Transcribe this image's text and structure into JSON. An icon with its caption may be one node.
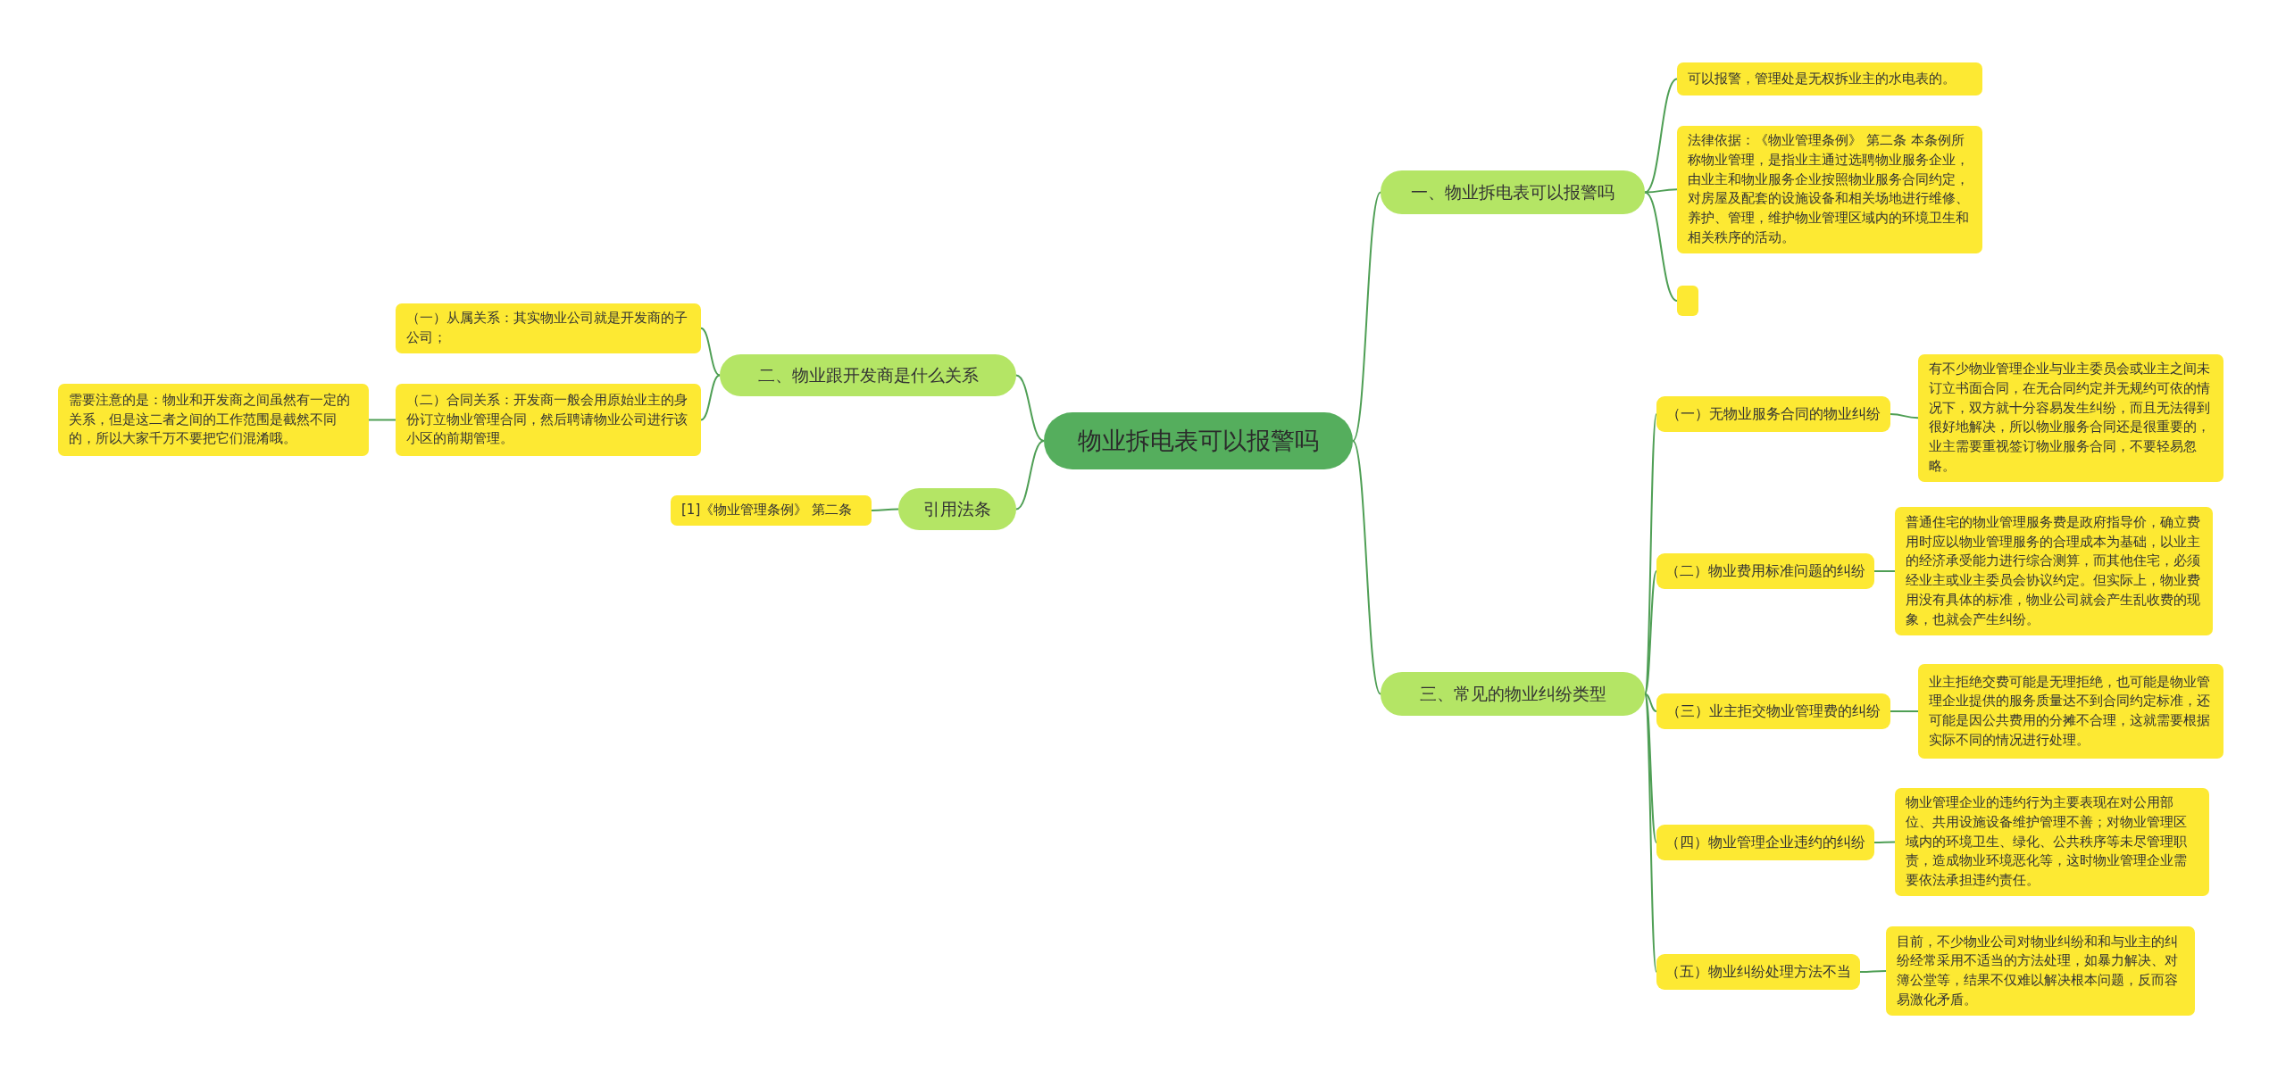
{
  "diagram": {
    "nodes": [
      {
        "text": [
          "物业拆电表可以报警吗"
        ]
      },
      {
        "text": [
          "一、物业拆电表可以报警吗"
        ]
      },
      {
        "text": [
          "可以报警，管理处是无权拆业主的水电表的。"
        ]
      },
      {
        "text": [
          "法律依据：《物业管理条例》 第二条 本条例所称物业管理，是指业主通过选聘物业服务企业，由业主和物业服务企业按照物业服务合同约定，对房屋及配套的设施设备和相关场地进行维修、养护、管理，维护物业管理区域内的环境卫生和相关秩序的活动。"
        ]
      },
      {
        "text": [],
        "shape": "box"
      },
      {
        "text": [
          "二、物业跟开发商是什么关系"
        ]
      },
      {
        "text": [
          "（一）从属关系：其实物业公司就是开发商的子公司；"
        ]
      },
      {
        "text": [
          "（二）合同关系：开发商一般会用原始业主的身份订立物业管理合同，然后聘请物业公司进行该小区的前期管理。"
        ]
      },
      {
        "text": [
          "需要注意的是：物业和开发商之间虽然有一定的关系，但是这二者之间的工作范围是截然不同的，所以大家千万不要把它们混淆哦。"
        ]
      },
      {
        "text": [
          "引用法条"
        ]
      },
      {
        "text": [
          "[1]《物业管理条例》 第二条"
        ]
      },
      {
        "text": [
          "三、常见的物业纠纷类型"
        ]
      },
      {
        "text": [
          "（一）无物业服务合同的物业纠纷"
        ]
      },
      {
        "text": [
          "有不少物业管理企业与业主委员会或业主之间未订立书面合同，在无合同约定并无规约可依的情况下，双方就十分容易发生纠纷，而且无法得到很好地解决，所以物业服务合同还是很重要的，业主需要重视签订物业服务合同，不要轻易忽略。"
        ]
      },
      {
        "text": [
          "（二）物业费用标准问题的纠纷"
        ]
      },
      {
        "text": [
          "普通住宅的物业管理服务费是政府指导价，确立费用时应以物业管理服务的合理成本为基础，以业主的经济承受能力进行综合测算，而其他住宅，必须经业主或业主委员会协议约定。但实际上，物业费用没有具体的标准，物业公司就会产生乱收费的现象，也就会产生纠纷。"
        ]
      },
      {
        "text": [
          "（三）业主拒交物业管理费的纠纷"
        ]
      },
      {
        "text": [
          "业主拒绝交费可能是无理拒绝，也可能是物业管理企业提供的服务质量达不到合同约定标准，还可能是因公共费用的分摊不合理，这就需要根据实际不同的情况进行处理。"
        ]
      },
      {
        "text": [
          "（四）物业管理企业违约的纠纷"
        ]
      },
      {
        "text": [
          "物业管理企业的违约行为主要表现在对公用部位、共用设施设备维护管理不善；对物业管理区域内的环境卫生、绿化、公共秩序等未尽管理职责，造成物业环境恶化等，这时物业管理企业需要依法承担违约责任。"
        ]
      },
      {
        "text": [
          "（五）物业纠纷处理方法不当"
        ]
      },
      {
        "text": [
          "目前，不少物业公司对物业纠纷和和与业主的纠纷经常采用不适当的方法处理，如暴力解决、对簿公堂等，结果不仅难以解决根本问题，反而容易激化矛盾。"
        ]
      }
    ],
    "edges": [
      {
        "from": 0,
        "to": 1,
        "arrow": "none"
      },
      {
        "from": 1,
        "to": 2,
        "arrow": "none"
      },
      {
        "from": 1,
        "to": 3,
        "arrow": "none"
      },
      {
        "from": 1,
        "to": 4,
        "arrow": "none"
      },
      {
        "from": 0,
        "to": 5,
        "arrow": "none"
      },
      {
        "from": 5,
        "to": 6,
        "arrow": "none"
      },
      {
        "from": 5,
        "to": 7,
        "arrow": "none"
      },
      {
        "from": 7,
        "to": 8,
        "arrow": "none"
      },
      {
        "from": 0,
        "to": 9,
        "arrow": "none"
      },
      {
        "from": 9,
        "to": 10,
        "arrow": "none"
      },
      {
        "from": 0,
        "to": 11,
        "arrow": "none"
      },
      {
        "from": 11,
        "to": 12,
        "arrow": "none"
      },
      {
        "from": 12,
        "to": 13,
        "arrow": "none"
      },
      {
        "from": 11,
        "to": 14,
        "arrow": "none"
      },
      {
        "from": 14,
        "to": 15,
        "arrow": "none"
      },
      {
        "from": 11,
        "to": 16,
        "arrow": "none"
      },
      {
        "from": 16,
        "to": 17,
        "arrow": "none"
      },
      {
        "from": 11,
        "to": 18,
        "arrow": "none"
      },
      {
        "from": 18,
        "to": 19,
        "arrow": "none"
      },
      {
        "from": 11,
        "to": 20,
        "arrow": "none"
      },
      {
        "from": 20,
        "to": 21,
        "arrow": "none"
      }
    ]
  }
}
